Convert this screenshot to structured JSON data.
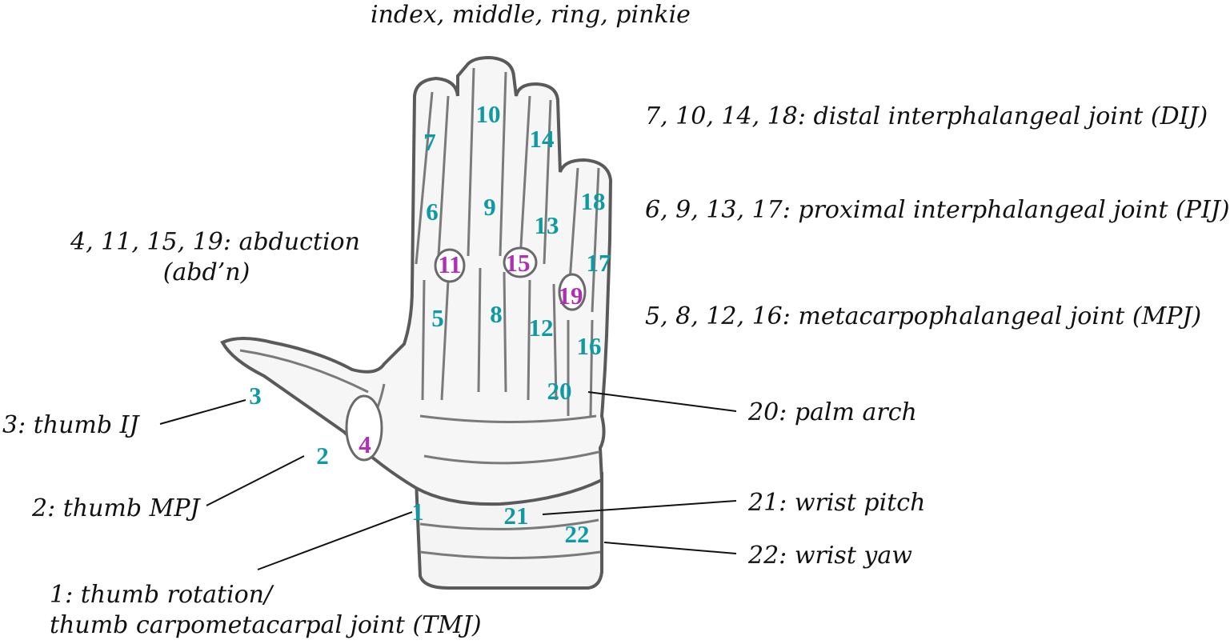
{
  "title": "index, middle, ring, pinkie",
  "legend": {
    "dij": "7, 10, 14, 18: distal interphalangeal joint (DIJ)",
    "pij": "6, 9, 13, 17: proximal interphalangeal joint (PIJ)",
    "mpj": "5, 8, 12, 16: metacarpophalangeal joint (MPJ)",
    "abd_line1": "4, 11, 15, 19: abduction",
    "abd_line2": "(abd’n)",
    "palm": "20: palm arch",
    "thumb_ij": "3: thumb IJ",
    "thumb_mpj": "2: thumb MPJ",
    "wrist_pitch": "21: wrist pitch",
    "wrist_yaw": "22: wrist yaw",
    "tmj_line1": "1: thumb rotation/",
    "tmj_line2": "thumb carpometacarpal joint (TMJ)"
  },
  "joints": {
    "j1": "1",
    "j2": "2",
    "j3": "3",
    "j4": "4",
    "j5": "5",
    "j6": "6",
    "j7": "7",
    "j8": "8",
    "j9": "9",
    "j10": "10",
    "j11": "11",
    "j12": "12",
    "j13": "13",
    "j14": "14",
    "j15": "15",
    "j16": "16",
    "j17": "17",
    "j18": "18",
    "j19": "19",
    "j20": "20",
    "j21": "21",
    "j22": "22"
  },
  "colors": {
    "joint": "#0f9aa3",
    "abduction": "#b02fb7",
    "outline": "#555555"
  }
}
